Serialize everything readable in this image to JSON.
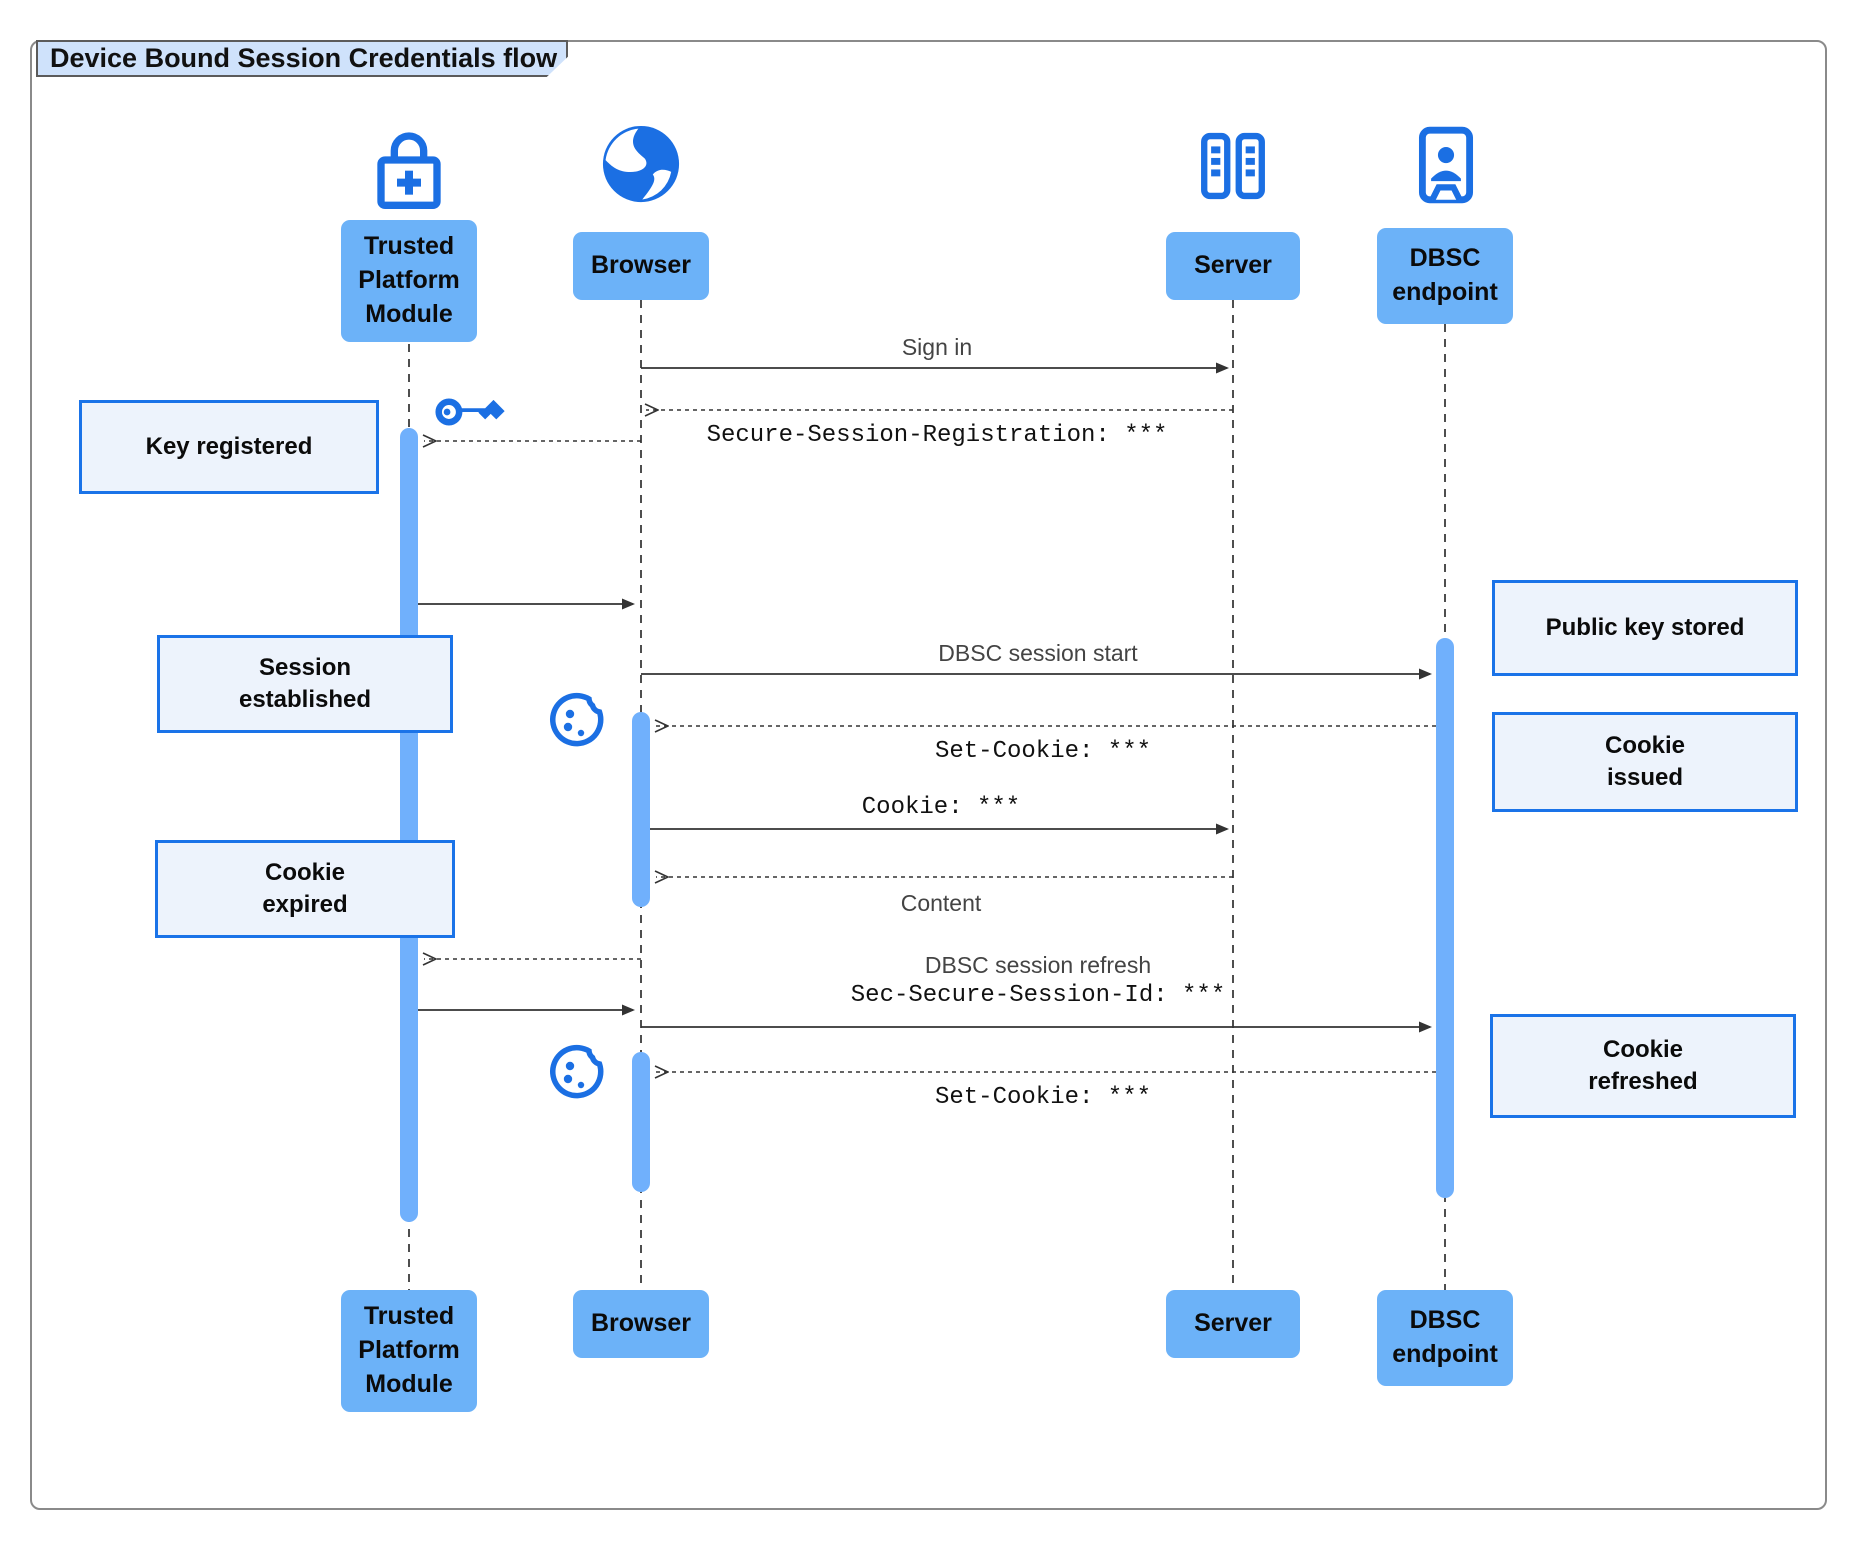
{
  "title": "Device Bound Session Credentials flow",
  "actors": {
    "tpm": {
      "label": "Trusted\nPlatform\nModule",
      "icon": "lock-plus-icon"
    },
    "browser": {
      "label": "Browser",
      "icon": "globe-icon"
    },
    "server": {
      "label": "Server",
      "icon": "server-icon"
    },
    "dbsc": {
      "label": "DBSC\nendpoint",
      "icon": "doorway-person-icon"
    }
  },
  "messages": {
    "sign_in": "Sign in",
    "secure_session_registration": "Secure-Session-Registration: ***",
    "dbsc_session_start": "DBSC session start",
    "set_cookie_1": "Set-Cookie: ***",
    "cookie": "Cookie: ***",
    "content": "Content",
    "dbsc_session_refresh": "DBSC session refresh",
    "sec_secure_session_id": "Sec-Secure-Session-Id: ***",
    "set_cookie_2": "Set-Cookie: ***"
  },
  "notes": {
    "key_registered": "Key registered",
    "session_established": "Session\nestablished",
    "cookie_expired": "Cookie\nexpired",
    "public_key_stored": "Public key stored",
    "cookie_issued": "Cookie\nissued",
    "cookie_refreshed": "Cookie\nrefreshed"
  },
  "icons": {
    "decorations": [
      "key-icon",
      "cookie-icon",
      "cookie-icon"
    ]
  },
  "colors": {
    "accent": "#1b6fe3",
    "actorFill": "#6cb2f8",
    "activationFill": "#70b0fc",
    "noteFill": "#edf3fc",
    "noteBorder": "#1a73e8",
    "titleFill": "#cfe2fb",
    "line": "#333333"
  }
}
